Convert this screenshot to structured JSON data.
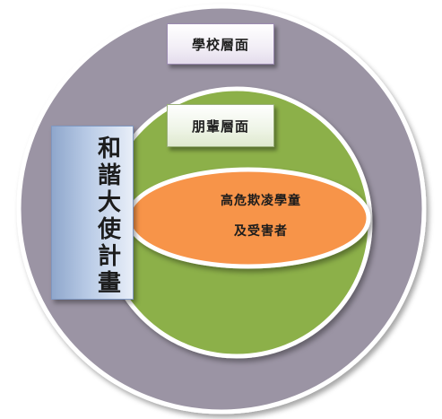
{
  "layers": {
    "outer": {
      "label": "學校層面",
      "color": "#9b94a4",
      "border": "#ffffff"
    },
    "middle": {
      "label": "朋輩層面",
      "color": "#8cb048",
      "border": "#ffffff"
    },
    "core": {
      "line1": "高危欺凌學童",
      "line2": "及受害者",
      "color": "#f7944a",
      "border": "#ffffff"
    }
  },
  "program": {
    "chars": [
      "和",
      "諧",
      "大",
      "使",
      "計",
      "畫"
    ],
    "color": "#b9cbe6"
  }
}
